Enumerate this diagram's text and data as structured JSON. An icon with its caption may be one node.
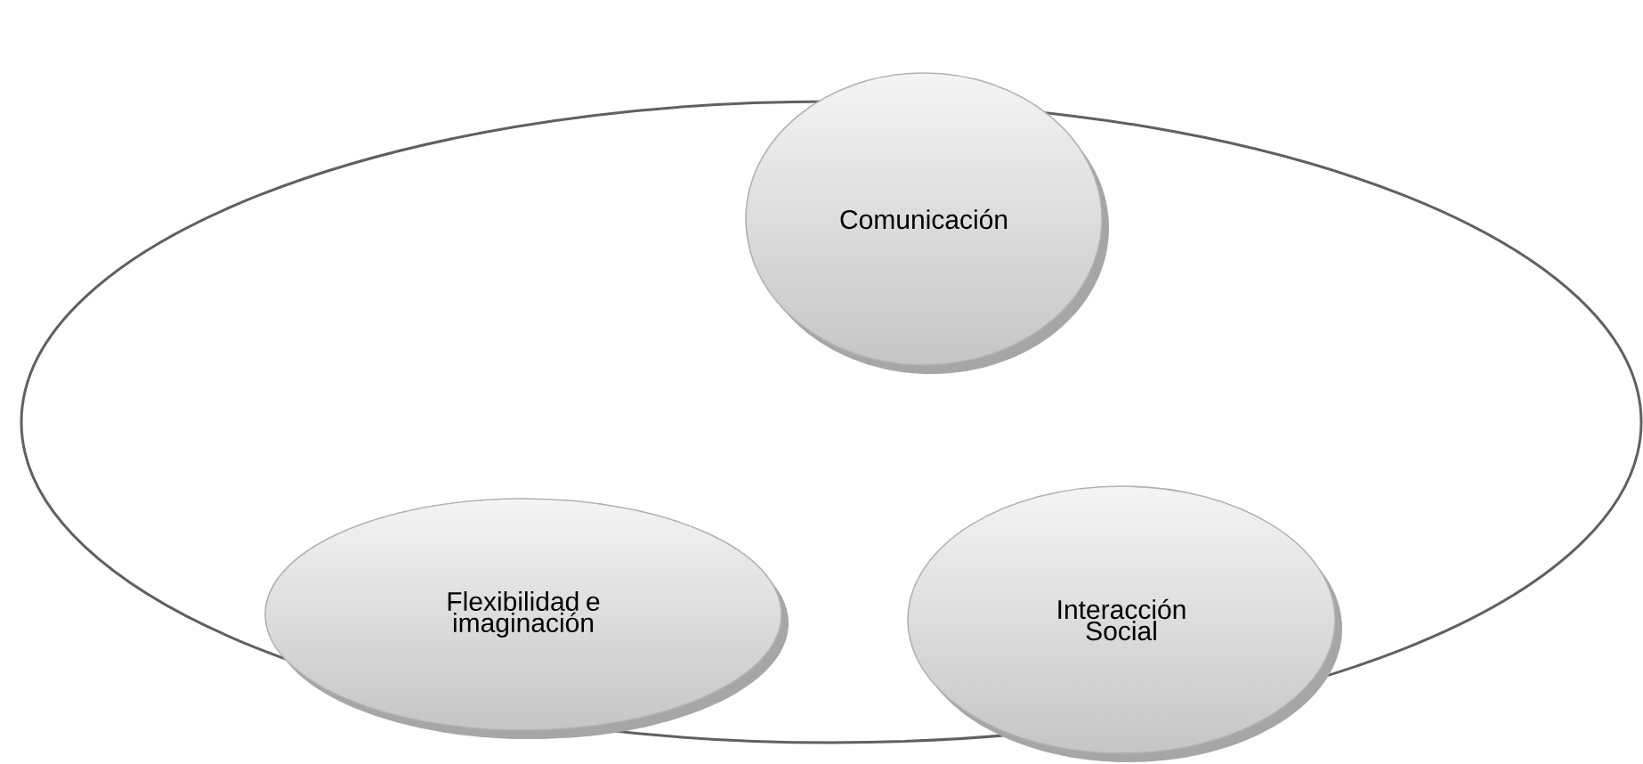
{
  "diagram": {
    "nodes": [
      {
        "text": [],
        "shape": "ellipse"
      },
      {
        "text": [
          "Comunicación"
        ],
        "in": 0
      },
      {
        "text": [
          "Flexibilidad e imaginación"
        ],
        "in": 0
      },
      {
        "text": [
          "Interacción Social"
        ],
        "in": 0
      }
    ]
  }
}
